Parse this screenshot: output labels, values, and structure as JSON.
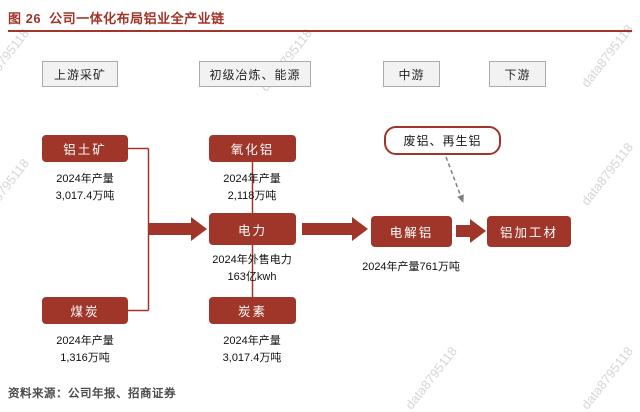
{
  "colors": {
    "accent": "#A0352A",
    "stage_bg": "#F2F2F2",
    "watermark": "#CCCCCC"
  },
  "title": {
    "figure_label": "图 26",
    "text": "公司一体化布局铝业全产业链"
  },
  "stages": [
    {
      "label": "上游采矿"
    },
    {
      "label": "初级冶炼、能源"
    },
    {
      "label": "中游"
    },
    {
      "label": "下游"
    }
  ],
  "nodes": {
    "bauxite": {
      "label": "铝土矿",
      "note_line1": "2024年产量",
      "note_line2": "3,017.4万吨"
    },
    "coal": {
      "label": "煤炭",
      "note_line1": "2024年产量",
      "note_line2": "1,316万吨"
    },
    "alumina": {
      "label": "氧化铝",
      "note_line1": "2024年产量",
      "note_line2": "2,118万吨"
    },
    "power": {
      "label": "电力",
      "note_line1": "2024年外售电力",
      "note_line2": "163亿kwh"
    },
    "carbon": {
      "label": "炭素",
      "note_line1": "2024年产量",
      "note_line2": "3,017.4万吨"
    },
    "electrolytic_aluminum": {
      "label": "电解铝",
      "note_line1": "2024年产量761万吨"
    },
    "aluminum_processing": {
      "label": "铝加工材"
    },
    "recycled_aluminum": {
      "label": "废铝、再生铝"
    }
  },
  "source": "资料来源：公司年报、招商证券",
  "watermark": "data8795118"
}
